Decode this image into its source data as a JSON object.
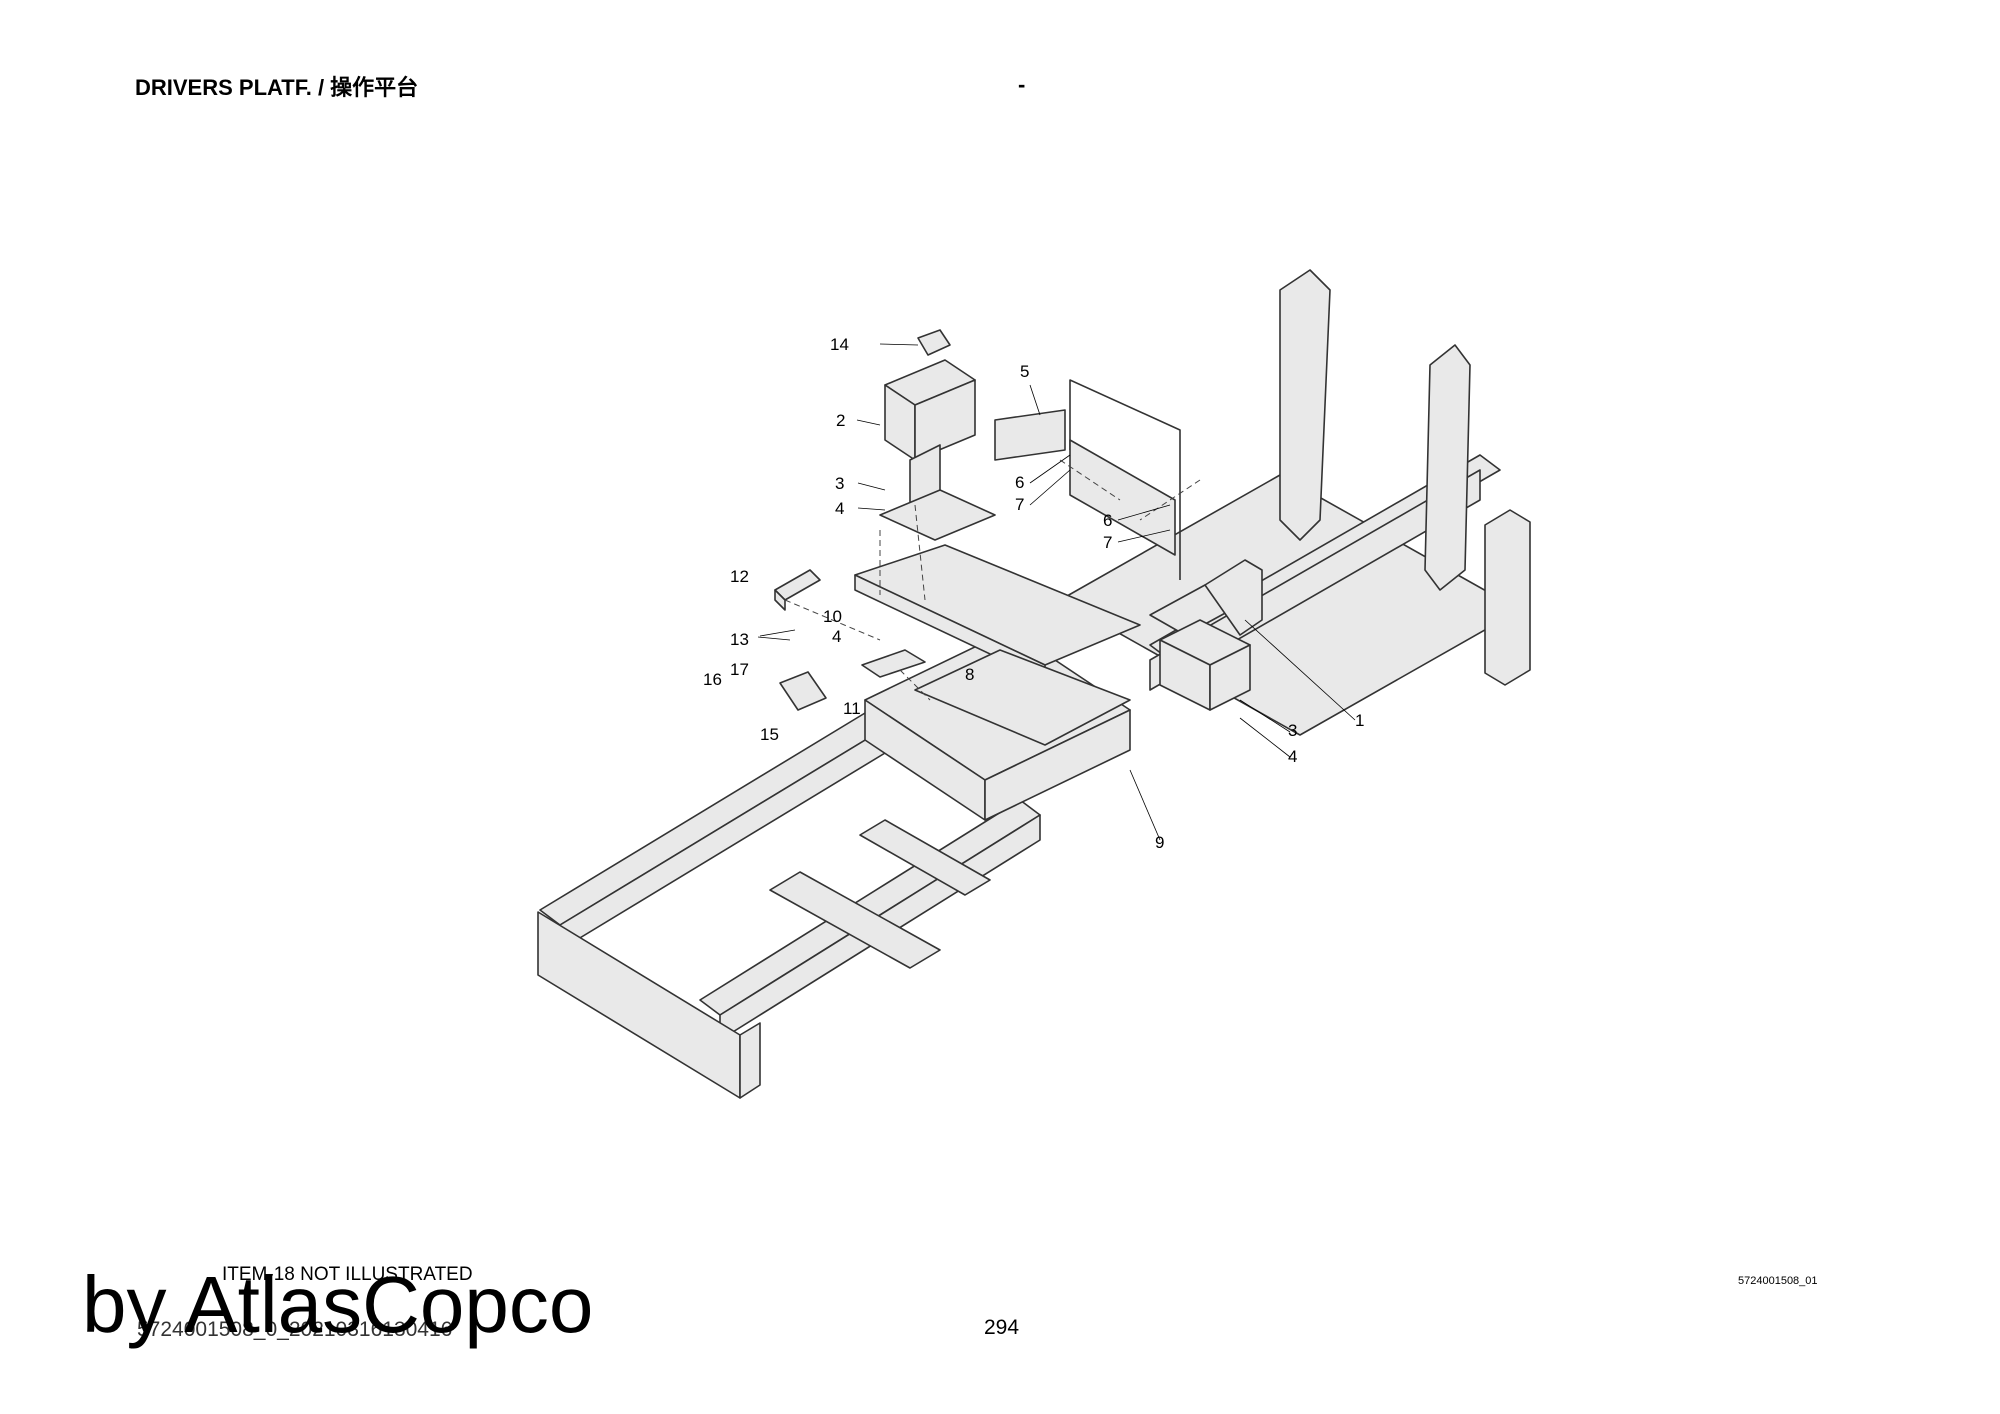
{
  "header": {
    "title": "DRIVERS PLATF. / 操作平台",
    "separator": "-"
  },
  "diagram": {
    "callouts": [
      "14",
      "2",
      "3",
      "4",
      "5",
      "6",
      "7",
      "6",
      "7",
      "12",
      "10",
      "4",
      "13",
      "17",
      "16",
      "11",
      "15",
      "8",
      "3",
      "4",
      "1",
      "9"
    ]
  },
  "footer": {
    "note": "ITEM-18 NOT ILLUSTRATED",
    "document_ref": "5724001508_0_20210316130416",
    "page_number": "294",
    "image_id": "5724001508_01",
    "watermark": "by AtlasCopco"
  }
}
